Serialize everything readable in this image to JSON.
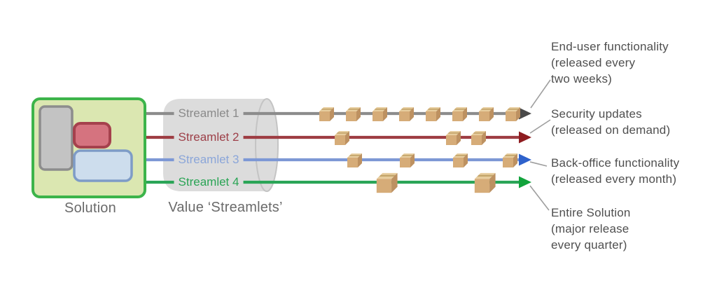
{
  "solution": {
    "label": "Solution",
    "container_fill": "#dbe7b1",
    "container_stroke": "#3cb44a",
    "components": [
      {
        "name": "gray-component",
        "fill": "#c3c3c3",
        "stroke": "#8d8d8d"
      },
      {
        "name": "red-component",
        "fill": "#d5737f",
        "stroke": "#a5414d"
      },
      {
        "name": "blue-component",
        "fill": "#cddded",
        "stroke": "#7e9cc7"
      }
    ]
  },
  "pipe": {
    "label": "Value ‘Streamlets’",
    "fill": "#dcdcdc",
    "edge": "#c4c4c4"
  },
  "streamlets": [
    {
      "label": "Streamlet 1",
      "text_color": "#8a8a8a",
      "line_color": "#8c8c8c",
      "arrow_color": "#4a4a4a",
      "package_size": 24,
      "package_x": [
        466,
        504,
        542,
        580,
        618,
        656,
        694,
        732
      ]
    },
    {
      "label": "Streamlet 2",
      "text_color": "#9d3f48",
      "line_color": "#9e3d43",
      "arrow_color": "#8e1c20",
      "package_size": 24,
      "package_x": [
        488,
        647,
        683
      ]
    },
    {
      "label": "Streamlet 3",
      "text_color": "#8ba6d9",
      "line_color": "#7d98d5",
      "arrow_color": "#2e62cc",
      "package_size": 24,
      "package_x": [
        506,
        581,
        657,
        728
      ]
    },
    {
      "label": "Streamlet 4",
      "text_color": "#2aa455",
      "line_color": "#2aa557",
      "arrow_color": "#12a33c",
      "package_size": 34,
      "package_x": [
        552,
        692
      ]
    }
  ],
  "annotations": [
    {
      "lines": [
        "End-user functionality",
        "(released every",
        "two weeks)"
      ]
    },
    {
      "lines": [
        "Security updates",
        "(released on demand)"
      ]
    },
    {
      "lines": [
        "Back-office functionality",
        "(released every month)"
      ]
    },
    {
      "lines": [
        "Entire Solution",
        "(major release",
        "every quarter)"
      ]
    }
  ],
  "package_colors": {
    "top": "#e7cd9e",
    "front": "#d6ac78",
    "side": "#bd9161",
    "tape": "#c2a368"
  },
  "callout_color": "#9e9e9e"
}
